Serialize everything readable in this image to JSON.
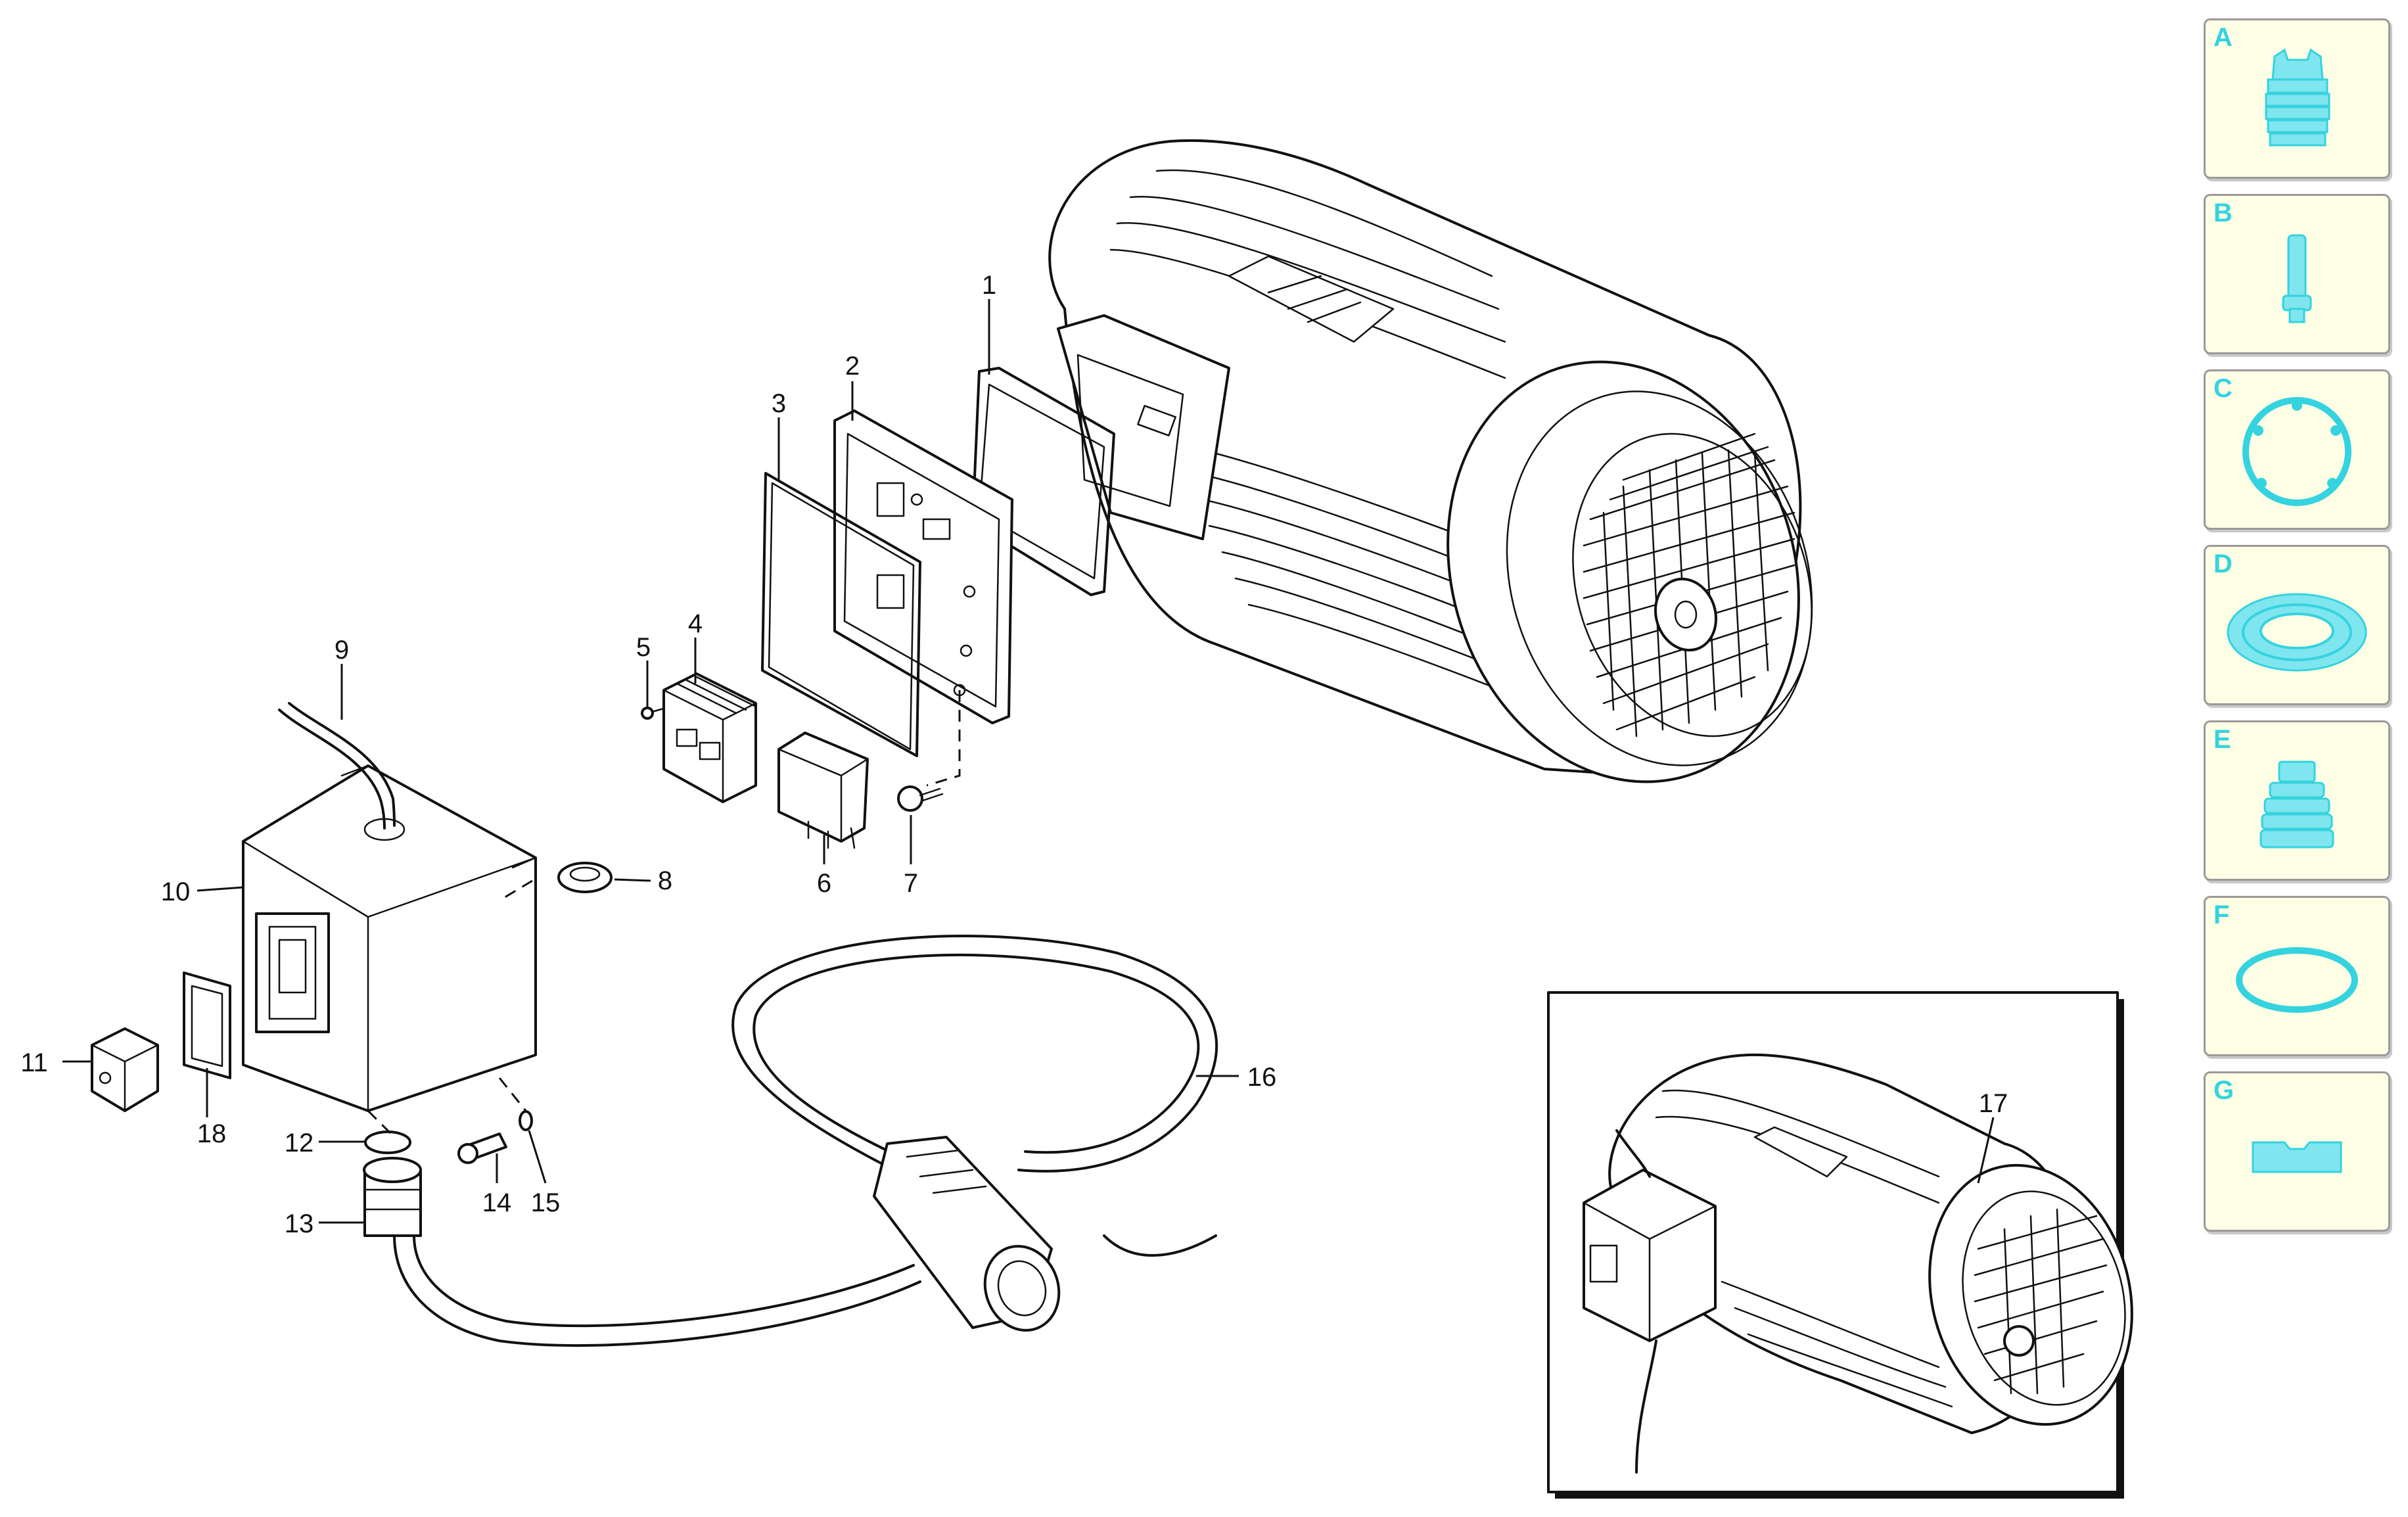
{
  "callouts": {
    "c1": "1",
    "c2": "2",
    "c3": "3",
    "c4": "4",
    "c5": "5",
    "c6": "6",
    "c7": "7",
    "c8": "8",
    "c9": "9",
    "c10": "10",
    "c11": "11",
    "c12": "12",
    "c13": "13",
    "c14": "14",
    "c15": "15",
    "c16": "16",
    "c17": "17",
    "c18": "18"
  },
  "tabs": [
    {
      "letter": "A",
      "icon": "coupling-icon"
    },
    {
      "letter": "B",
      "icon": "shaft-icon"
    },
    {
      "letter": "C",
      "icon": "flange-ring-icon"
    },
    {
      "letter": "D",
      "icon": "seal-ring-icon"
    },
    {
      "letter": "E",
      "icon": "bellows-icon"
    },
    {
      "letter": "F",
      "icon": "o-ring-icon"
    },
    {
      "letter": "G",
      "icon": "base-plate-icon"
    }
  ],
  "colors": {
    "tab_accent": "#35d3e0",
    "tab_background": "#ffffe6",
    "line": "#111111"
  }
}
